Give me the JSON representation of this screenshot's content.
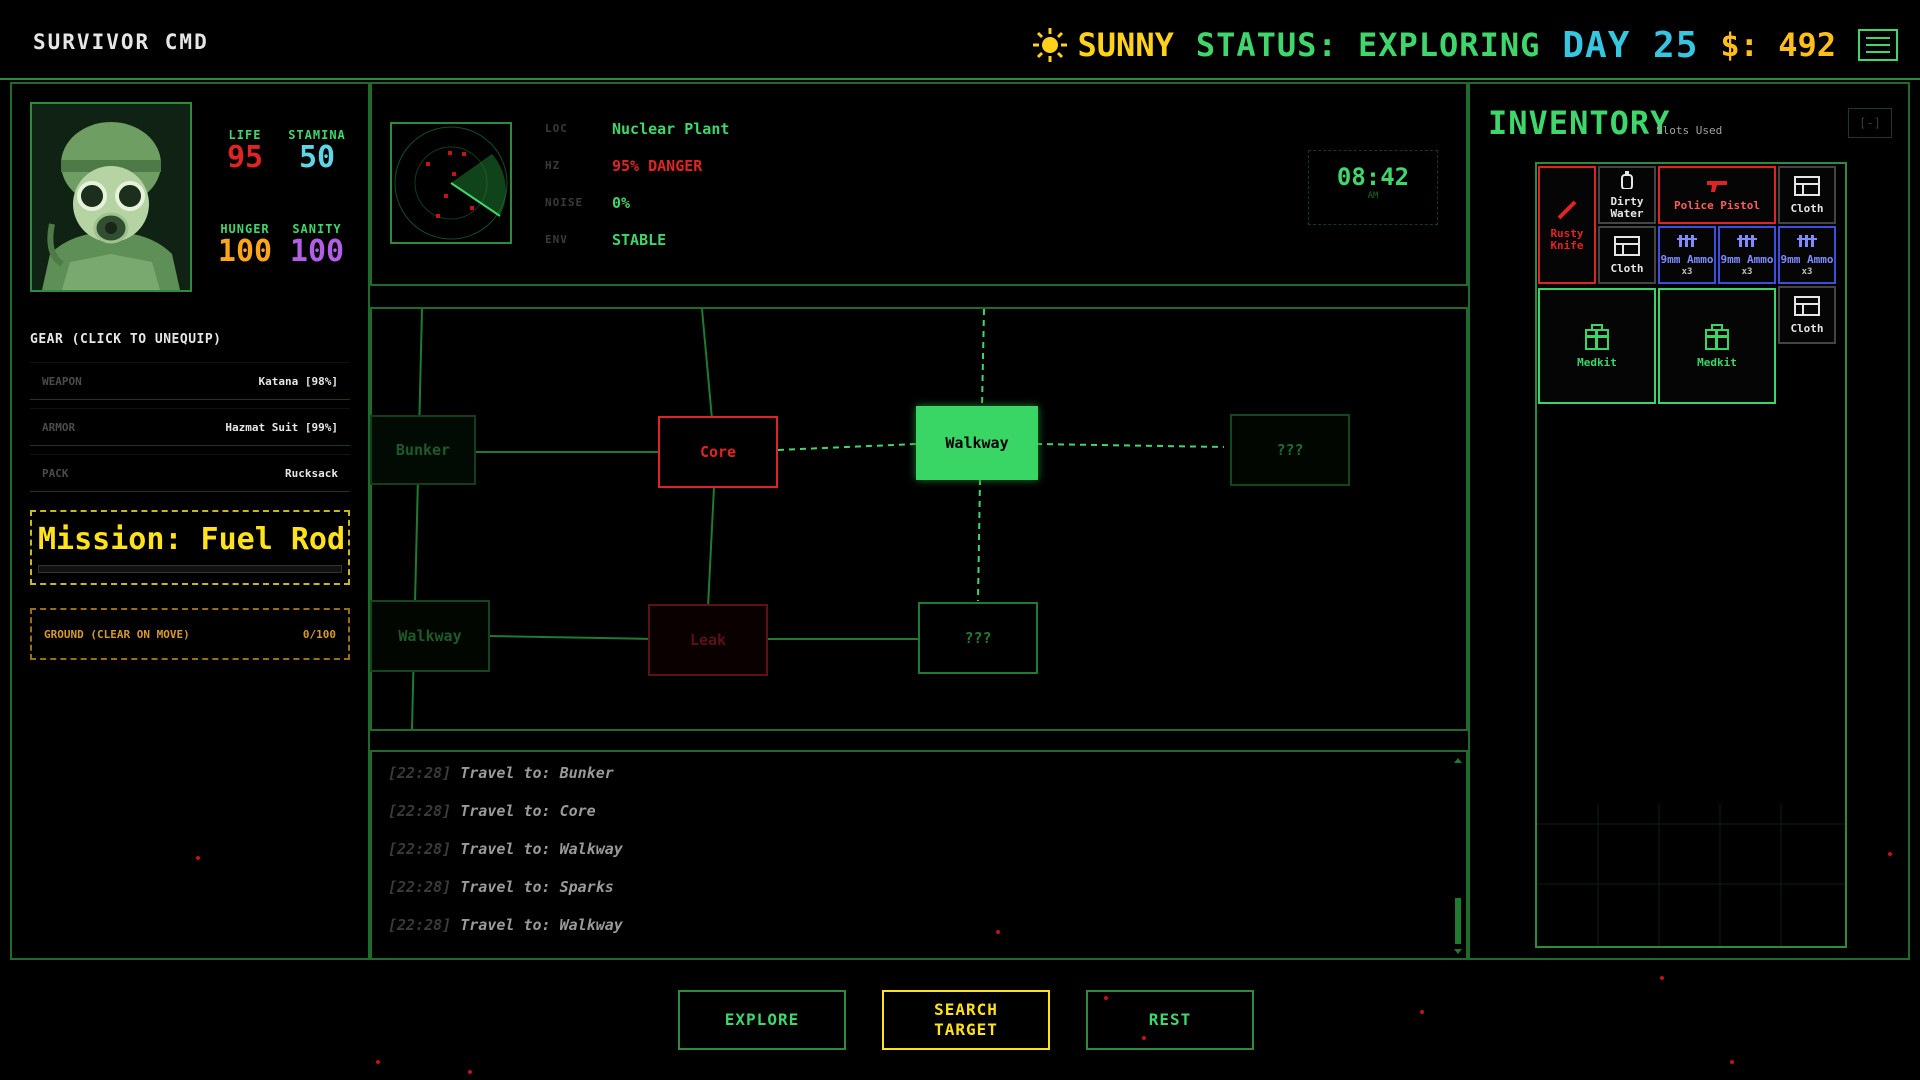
{
  "header": {
    "title": "SURVIVOR CMD",
    "weather": "SUNNY",
    "status": "STATUS: EXPLORING",
    "day": "DAY 25",
    "money": "$: 492"
  },
  "player": {
    "stats": {
      "life_label": "LIFE",
      "life": "95",
      "stamina_label": "STAMINA",
      "stamina": "50",
      "hunger_label": "HUNGER",
      "hunger": "100",
      "sanity_label": "SANITY",
      "sanity": "100"
    },
    "gear_title": "GEAR (CLICK TO UNEQUIP)",
    "gear": [
      {
        "slot": "WEAPON",
        "item": "Katana [98%]"
      },
      {
        "slot": "ARMOR",
        "item": "Hazmat Suit [99%]"
      },
      {
        "slot": "PACK",
        "item": "Rucksack"
      }
    ],
    "mission": "Mission: Fuel Rod",
    "ground_label": "GROUND (CLEAR ON MOVE)",
    "ground_value": "0/100"
  },
  "location": {
    "loc_label": "LOC",
    "loc": "Nuclear Plant",
    "hz_label": "HZ",
    "hz": "95% DANGER",
    "noise_label": "NOISE",
    "noise": "0%",
    "env_label": "ENV",
    "env": "STABLE",
    "time": "08:42",
    "ampm": "AM"
  },
  "map": {
    "nodes": {
      "bunker": "Bunker",
      "core": "Core",
      "walkway_current": "Walkway",
      "unknown_east": "???",
      "walkway_lower": "Walkway",
      "leak": "Leak",
      "unknown_south": "???"
    }
  },
  "log": [
    {
      "ts": "[22:28]",
      "msg": "Travel to: Bunker"
    },
    {
      "ts": "[22:28]",
      "msg": "Travel to: Core"
    },
    {
      "ts": "[22:28]",
      "msg": "Travel to: Walkway"
    },
    {
      "ts": "[22:28]",
      "msg": "Travel to: Sparks"
    },
    {
      "ts": "[22:28]",
      "msg": "Travel to: Walkway"
    }
  ],
  "inventory": {
    "title": "INVENTORY",
    "subtitle": "Slots Used",
    "collapse": "[-]",
    "items": [
      {
        "name": "Rusty Knife",
        "qty": ""
      },
      {
        "name": "Dirty Water",
        "qty": ""
      },
      {
        "name": "Police Pistol",
        "qty": ""
      },
      {
        "name": "Cloth",
        "qty": ""
      },
      {
        "name": "Cloth",
        "qty": ""
      },
      {
        "name": "9mm Ammo",
        "qty": "x3"
      },
      {
        "name": "9mm Ammo",
        "qty": "x3"
      },
      {
        "name": "9mm Ammo",
        "qty": "x3"
      },
      {
        "name": "Medkit",
        "qty": ""
      },
      {
        "name": "Medkit",
        "qty": ""
      },
      {
        "name": "Cloth",
        "qty": ""
      }
    ]
  },
  "actions": {
    "explore": "EXPLORE",
    "search": "SEARCH\nTARGET",
    "rest": "REST"
  },
  "colors": {
    "accent_green": "#3fd66b",
    "danger_red": "#e02424",
    "warning_yellow": "#ffe21a",
    "sanity_purple": "#b35ee6",
    "hunger_orange": "#ffa51a",
    "stamina_cyan": "#5fd6e6",
    "ammo_blue": "#3b4ee0"
  }
}
